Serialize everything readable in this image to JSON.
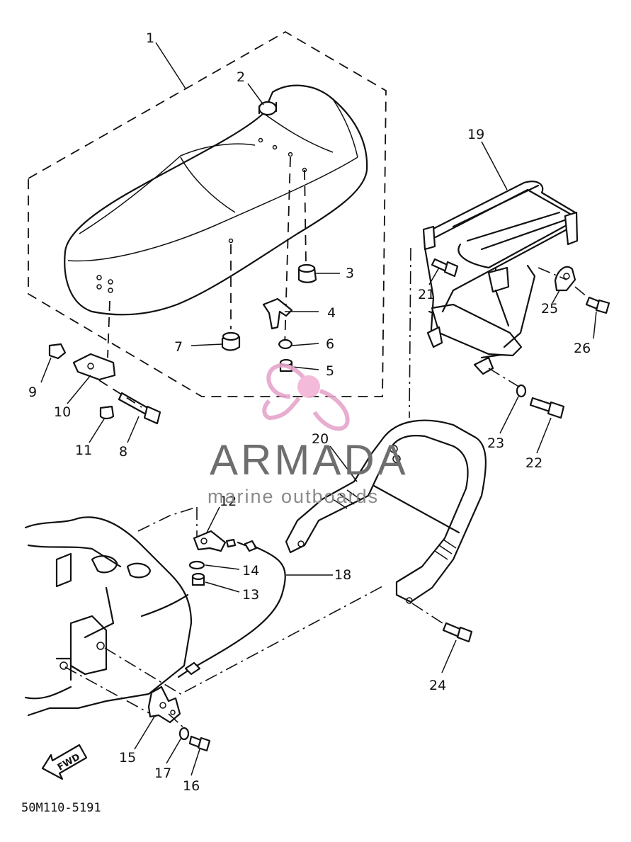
{
  "diagram": {
    "code": "50M110-5191",
    "fwd_label": "FWD",
    "callouts": [
      "1",
      "2",
      "3",
      "4",
      "5",
      "6",
      "7",
      "8",
      "9",
      "10",
      "11",
      "12",
      "13",
      "14",
      "15",
      "16",
      "17",
      "18",
      "19",
      "20",
      "21",
      "22",
      "23",
      "24",
      "25",
      "26"
    ]
  },
  "watermark": {
    "brand": "ARMADA",
    "tagline": "marine outboards",
    "colors": {
      "propeller": "#e6a6cc",
      "hub": "#f2b3d6",
      "text": "#6e6e6e"
    }
  }
}
